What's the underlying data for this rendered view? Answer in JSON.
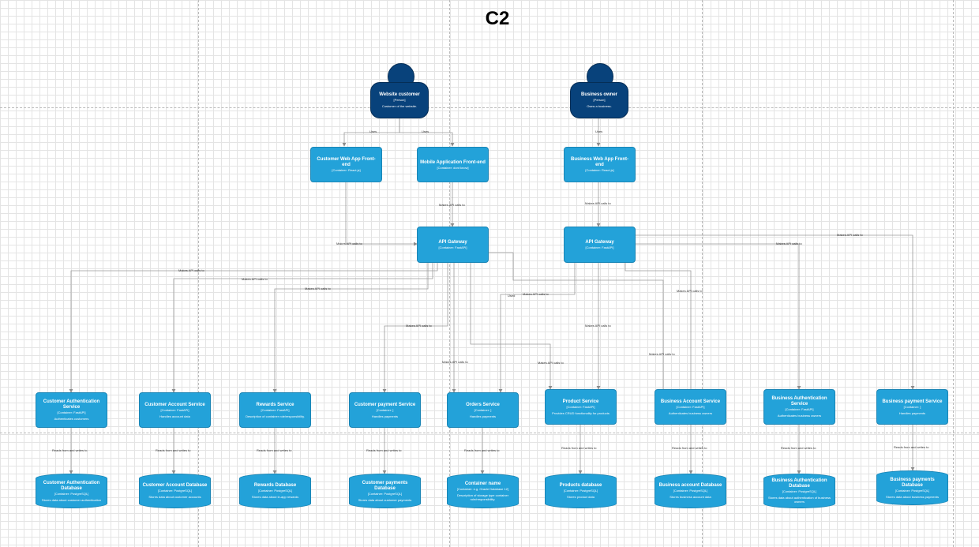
{
  "title": "C2",
  "persons": [
    {
      "id": "p1",
      "name": "Website customer",
      "type": "[Person]",
      "desc": "Customer of the website."
    },
    {
      "id": "p2",
      "name": "Business owner",
      "type": "[Person]",
      "desc": "Owns a business."
    }
  ],
  "frontends": [
    {
      "id": "f1",
      "name": "Customer Web App Front-end",
      "type": "[Container: React.js]",
      "desc": ""
    },
    {
      "id": "f2",
      "name": "Mobile Application Front-end",
      "type": "[Container: dont know]",
      "desc": ""
    },
    {
      "id": "f3",
      "name": "Business Web App Front-end",
      "type": "[Container: React.js]",
      "desc": ""
    }
  ],
  "gateways": [
    {
      "id": "g1",
      "name": "API Gateway",
      "type": "[Container: FastAPI]",
      "desc": ""
    },
    {
      "id": "g2",
      "name": "API Gateway",
      "type": "[Container: FastAPI]",
      "desc": ""
    }
  ],
  "services": [
    {
      "id": "s1",
      "name": "Customer Authentication Service",
      "type": "[Container: FastAPI]",
      "desc": "Authenticates customers"
    },
    {
      "id": "s2",
      "name": "Customer Account Service",
      "type": "[Container: FastAPI]",
      "desc": "Handles account data"
    },
    {
      "id": "s3",
      "name": "Rewards Service",
      "type": "[Container: FastAPI]",
      "desc": "Description of container role/responsibility."
    },
    {
      "id": "s4",
      "name": "Customer payment Service",
      "type": "[Container: ]",
      "desc": "Handles payments"
    },
    {
      "id": "s5",
      "name": "Orders Service",
      "type": "[Container: ]",
      "desc": "Handles payments"
    },
    {
      "id": "s6",
      "name": "Product Service",
      "type": "[Container: FastAPI]",
      "desc": "Provides CRUD functionality for products"
    },
    {
      "id": "s7",
      "name": "Business Account Service",
      "type": "[Container: FastAPI]",
      "desc": "Authenticates business owners"
    },
    {
      "id": "s8",
      "name": "Business Authentication Service",
      "type": "[Container: FastAPI]",
      "desc": "Authenticates business owners"
    },
    {
      "id": "s9",
      "name": "Business payment Service",
      "type": "[Container: ]",
      "desc": "Handles payments"
    }
  ],
  "databases": [
    {
      "id": "d1",
      "name": "Customer Authentication Database",
      "type": "[Container: PostgreSQL]",
      "desc": "Stores data about customer authentication"
    },
    {
      "id": "d2",
      "name": "Customer Account Database",
      "type": "[Container: PostgreSQL]",
      "desc": "Stores data about customer accounts"
    },
    {
      "id": "d3",
      "name": "Rewards Database",
      "type": "[Container: PostgreSQL]",
      "desc": "Stores data about in-app rewards"
    },
    {
      "id": "d4",
      "name": "Customer payments Database",
      "type": "[Container: PostgreSQL]",
      "desc": "Stores data about customer payments"
    },
    {
      "id": "d5",
      "name": "Container name",
      "type": "[Container: e.g. Oracle Database 12]",
      "desc": "Description of storage type container role/responsibility."
    },
    {
      "id": "d6",
      "name": "Products database",
      "type": "[Container: PostgreSQL]",
      "desc": "Stores product data"
    },
    {
      "id": "d7",
      "name": "Business account Database",
      "type": "[Container: PostgreSQL]",
      "desc": "Stores business account data"
    },
    {
      "id": "d8",
      "name": "Business Authentication Database",
      "type": "[Container: PostgreSQL]",
      "desc": "Stores data about authentication of business owners"
    },
    {
      "id": "d9",
      "name": "Business payments Database",
      "type": "[Container: PostgreSQL]",
      "desc": "Stores data about business payments"
    }
  ],
  "edge_labels": {
    "uses": "Uses",
    "api": "Makes API calls to",
    "rw": "Reads from and writes to",
    "used": "Used"
  },
  "colors": {
    "person": "#08427b",
    "container": "#23a2d9",
    "edge": "#8c8c8c"
  }
}
